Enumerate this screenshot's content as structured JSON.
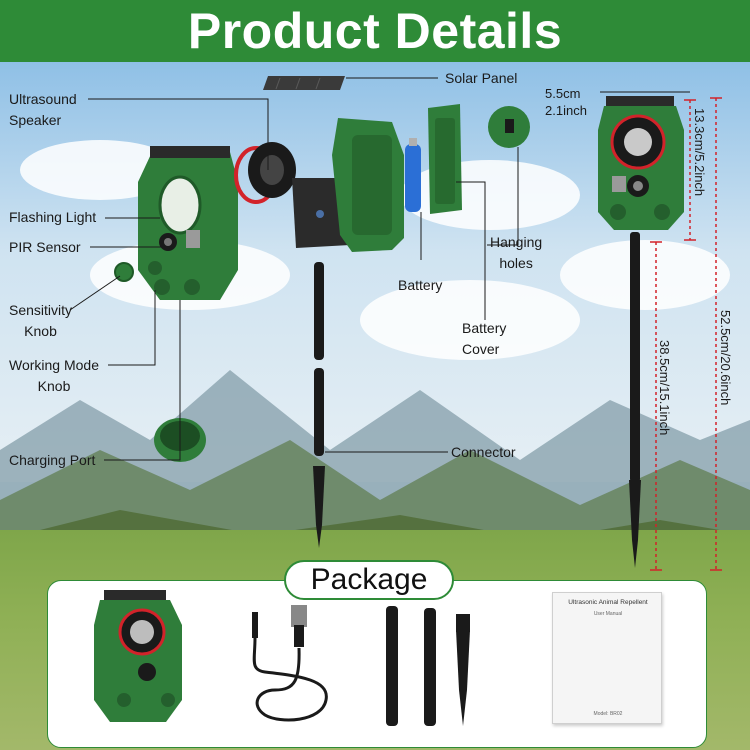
{
  "header": {
    "title": "Product Details"
  },
  "callouts": {
    "solar_panel": "Solar Panel",
    "ultrasound_speaker": "Ultrasound\nSpeaker",
    "flashing_light": "Flashing Light",
    "pir_sensor": "PIR Sensor",
    "sensitivity_knob": "Sensitivity\nKnob",
    "working_mode_knob": "Working Mode\nKnob",
    "charging_port": "Charging Port",
    "battery": "Battery",
    "hanging_holes": "Hanging\nholes",
    "battery_cover": "Battery\nCover",
    "connector": "Connector"
  },
  "dimensions": {
    "width_cm": "5.5cm",
    "width_inch": "2.1inch",
    "head_height": "13.3cm/5.2inch",
    "stake_height": "38.5cm/15.1inch",
    "total_height": "52.5cm/20.6inch"
  },
  "package": {
    "title": "Package",
    "manual_title": "Ultrasonic Animal Repellent",
    "manual_sub": "User Manual",
    "manual_model": "Model: BR02"
  },
  "colors": {
    "brand_green": "#2e8b37",
    "device_green": "#2f7d3a",
    "dim_red": "#d2232a"
  }
}
